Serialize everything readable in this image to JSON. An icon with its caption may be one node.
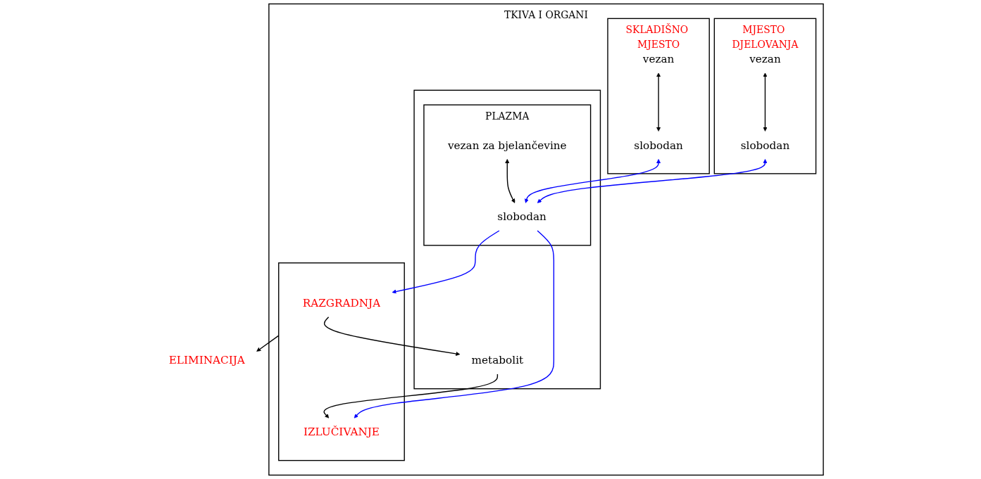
{
  "diagram": {
    "nodes": [
      {
        "text": [
          "TKIVA I ORGANI"
        ]
      },
      {
        "text": [
          "MJESTO DJELOVANJA"
        ],
        "in": 0
      },
      {
        "text": [
          "vezan"
        ],
        "in": 1
      },
      {
        "text": [
          "slobodan"
        ],
        "in": 1
      },
      {
        "text": [
          "SKLADIŠNO MJESTO"
        ],
        "in": 0
      },
      {
        "text": [
          "vezan"
        ],
        "in": 4
      },
      {
        "text": [
          "slobodan"
        ],
        "in": 4
      },
      {
        "text": [],
        "shape": "box",
        "in": 0
      },
      {
        "text": [
          "PLAZMA"
        ],
        "in": 7
      },
      {
        "text": [
          "vezan za bjelančevine"
        ],
        "in": 8
      },
      {
        "text": [
          "slobodan"
        ],
        "in": 8
      },
      {
        "text": [
          "metabolit"
        ],
        "in": 7
      },
      {
        "text": [],
        "shape": "box",
        "in": 0
      },
      {
        "text": [
          "RAZGRADNJA"
        ],
        "in": 12
      },
      {
        "text": [
          "IZLUČIVANJE"
        ],
        "in": 12
      },
      {
        "text": [
          "ELIMINACIJA"
        ]
      }
    ],
    "edges": [
      {
        "from": 2,
        "to": 3,
        "arrow": "both"
      },
      {
        "from": 3,
        "to": 10,
        "arrow": "both",
        "color": "#0000ff"
      },
      {
        "from": 5,
        "to": 6,
        "arrow": "both"
      },
      {
        "from": 6,
        "to": 10,
        "arrow": "both",
        "color": "#0000ff"
      },
      {
        "from": 9,
        "to": 10,
        "arrow": "both"
      },
      {
        "from": 10,
        "to": 13,
        "arrow": "to",
        "color": "#0000ff"
      },
      {
        "from": 10,
        "to": 14,
        "arrow": "to",
        "color": "#0000ff"
      },
      {
        "from": 13,
        "to": 11,
        "arrow": "to"
      },
      {
        "from": 11,
        "to": 14,
        "arrow": "to"
      },
      {
        "from": 12,
        "to": 15,
        "arrow": "to"
      }
    ]
  }
}
